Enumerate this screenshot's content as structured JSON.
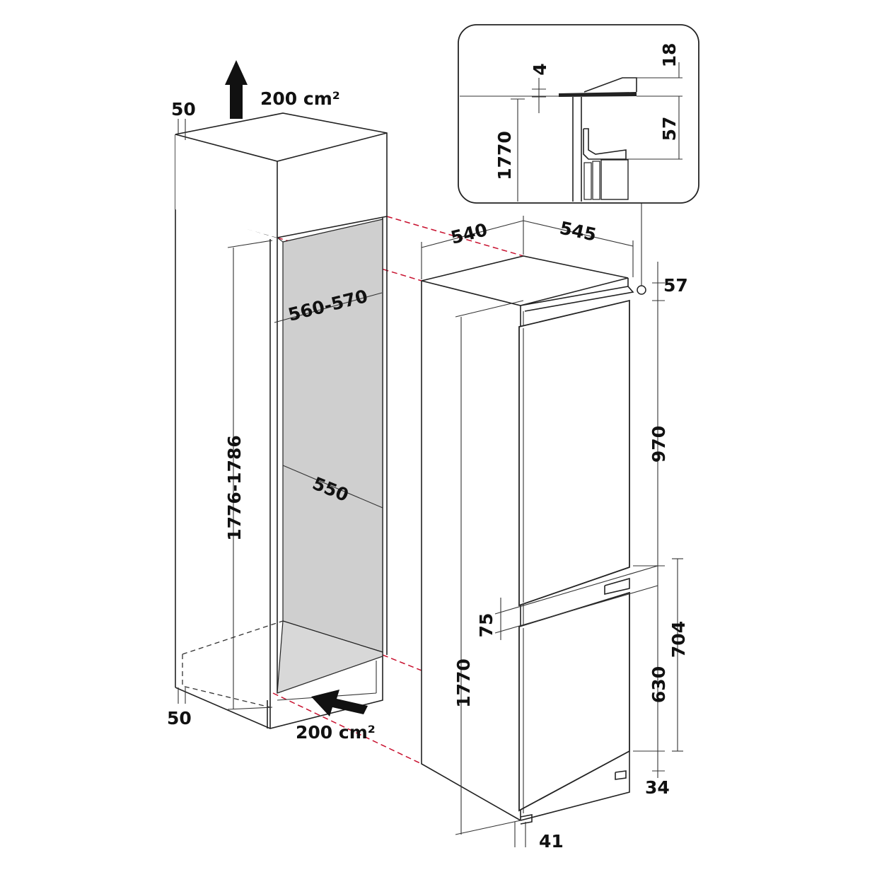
{
  "colors": {
    "outline": "#222222",
    "cavity_fill": "#cfcfcf",
    "floor_fill": "#d8d8d8",
    "alignment_lines": "#c8102e"
  },
  "icons": [
    "airflow-arrow-up-icon",
    "airflow-arrow-in-icon"
  ],
  "cabinet": {
    "top_gap": "50",
    "bottom_gap": "50",
    "vent_top": "200 cm²",
    "vent_bottom": "200 cm²",
    "niche_width": "560-570",
    "niche_depth": "550",
    "niche_height": "1776-1786"
  },
  "appliance": {
    "depth": "540",
    "width": "545",
    "top_gap": "57",
    "upper_door": "970",
    "door_gap": "75",
    "lower_section": "704",
    "lower_door": "630",
    "bottom_gap": "34",
    "total_height": "1770",
    "foot": "41"
  },
  "detail": {
    "gap_a": "4",
    "gap_b": "18",
    "hinge": "57",
    "height": "1770"
  }
}
